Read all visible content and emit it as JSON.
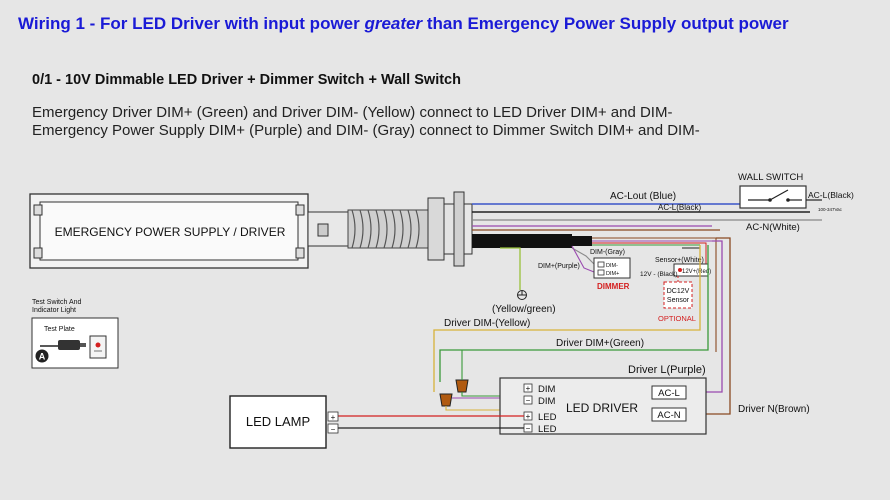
{
  "header": {
    "title_prefix": "Wiring 1 - For LED Driver with input power ",
    "title_emphasis": "greater",
    "title_suffix": " than Emergency Power Supply output power",
    "subtitle": "0/1 - 10V Dimmable LED Driver + Dimmer Switch + Wall Switch",
    "description_lines": [
      "Emergency Driver DIM+ (Green) and Driver DIM- (Yellow) connect to LED Driver DIM+ and DIM-",
      "Emergency Power Supply DIM+ (Purple) and DIM- (Gray) connect to Dimmer Switch DIM+ and DIM-"
    ]
  },
  "diagram": {
    "emergency_unit_label": "EMERGENCY POWER SUPPLY / DRIVER",
    "wall_switch": {
      "title": "WALL SWITCH",
      "ac_l_black": "AC-L(Black)",
      "voltage": "100-347Vac"
    },
    "wires": {
      "ac_lout_blue": "AC-Lout (Blue)",
      "ac_l_black": "AC-L(Black)",
      "ac_n_white": "AC-N(White)",
      "dim_gray": "DIM-(Gray)",
      "dim_purple": "DIM+(Purple)",
      "sensor_white": "Sensor+(White)",
      "v12_black": "12V - (Black)",
      "v12_red": "12V+(Red)",
      "ground": "(Yellow/green)",
      "driver_dim_yellow": "Driver DIM-(Yellow)",
      "driver_dim_green": "Driver DIM+(Green)",
      "driver_l_purple": "Driver L(Purple)",
      "driver_n_brown": "Driver N(Brown)"
    },
    "dimmer": {
      "label": "DIMMER",
      "dim_minus": "DIM-",
      "dim_plus": "DIM+"
    },
    "sensor": {
      "line1": "DC12V",
      "line2": "Sensor",
      "optional": "OPTIONAL"
    },
    "test_switch": {
      "caption_line1": "Test Switch And",
      "caption_line2": "Indicator Light",
      "plate_label": "Test Plate",
      "badge": "A"
    },
    "led_driver": {
      "title": "LED DRIVER",
      "plus": "+",
      "minus": "−",
      "dim_plus": "DIM",
      "dim_minus": "DIM",
      "led_plus": "LED",
      "led_minus": "LED",
      "ac_l": "AC-L",
      "ac_n": "AC-N"
    },
    "led_lamp": {
      "label": "LED  LAMP",
      "plus": "+",
      "minus": "−"
    }
  },
  "colors": {
    "title": "#1a1ad6",
    "wire_blue": "#3a55c8",
    "wire_black": "#222222",
    "wire_green": "#3a9a3a",
    "wire_yellow": "#d8b23a",
    "wire_purple": "#9a4ab0",
    "wire_brown": "#8a4a22",
    "wire_red": "#d42020",
    "wire_gray": "#8a8a8a",
    "optional_red": "#d42020"
  }
}
